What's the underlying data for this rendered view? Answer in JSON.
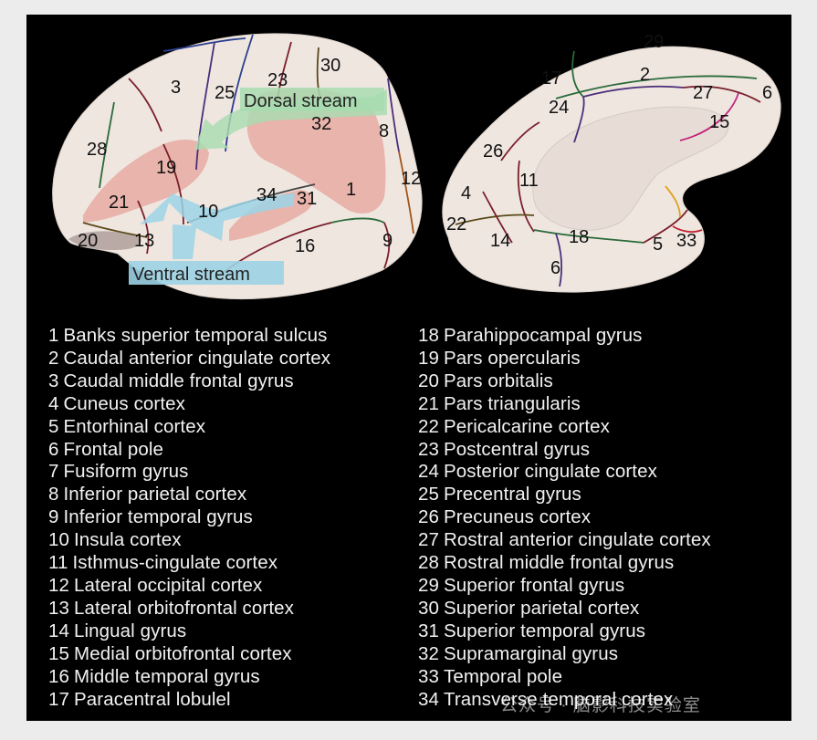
{
  "colors": {
    "panel_bg": "#000000",
    "page_bg": "#ececec",
    "cortex": "#efe6e0",
    "region_highlight": "#e8b4ab",
    "dorsal_arrow": "#a8dcb0",
    "ventral_arrow": "#9cd3e6",
    "legend_text": "#f2f2f2"
  },
  "figure": {
    "dorsal_stream_label": "Dorsal stream",
    "ventral_stream_label": "Ventral stream",
    "lateral_view_numbers": [
      "3",
      "25",
      "23",
      "30",
      "32",
      "8",
      "28",
      "19",
      "12",
      "21",
      "34",
      "31",
      "1",
      "10",
      "20",
      "13",
      "16",
      "9"
    ],
    "medial_view_numbers": [
      "29",
      "17",
      "2",
      "27",
      "6",
      "24",
      "15",
      "26",
      "11",
      "4",
      "22",
      "14",
      "18",
      "5",
      "33",
      "6"
    ]
  },
  "legend_left": [
    {
      "num": "1",
      "name": "Banks superior temporal sulcus"
    },
    {
      "num": "2",
      "name": "Caudal anterior cingulate cortex"
    },
    {
      "num": "3",
      "name": "Caudal middle frontal gyrus"
    },
    {
      "num": "4",
      "name": "Cuneus cortex"
    },
    {
      "num": "5",
      "name": "Entorhinal cortex"
    },
    {
      "num": "6",
      "name": "Frontal pole"
    },
    {
      "num": "7",
      "name": "Fusiform gyrus"
    },
    {
      "num": "8",
      "name": "Inferior parietal cortex"
    },
    {
      "num": "9",
      "name": "Inferior temporal gyrus"
    },
    {
      "num": "10",
      "name": "Insula cortex"
    },
    {
      "num": "11",
      "name": "Isthmus-cingulate cortex"
    },
    {
      "num": "12",
      "name": "Lateral occipital cortex"
    },
    {
      "num": "13",
      "name": "Lateral orbitofrontal cortex"
    },
    {
      "num": "14",
      "name": "Lingual gyrus"
    },
    {
      "num": "15",
      "name": "Medial orbitofrontal cortex"
    },
    {
      "num": "16",
      "name": "Middle temporal gyrus"
    },
    {
      "num": "17",
      "name": "Paracentral lobulel"
    }
  ],
  "legend_right": [
    {
      "num": "18",
      "name": "Parahippocampal gyrus"
    },
    {
      "num": "19",
      "name": "Pars opercularis"
    },
    {
      "num": "20",
      "name": "Pars orbitalis"
    },
    {
      "num": "21",
      "name": "Pars triangularis"
    },
    {
      "num": "22",
      "name": "Pericalcarine cortex"
    },
    {
      "num": "23",
      "name": "Postcentral gyrus"
    },
    {
      "num": "24",
      "name": "Posterior cingulate cortex"
    },
    {
      "num": "25",
      "name": "Precentral gyrus"
    },
    {
      "num": "26",
      "name": "Precuneus cortex"
    },
    {
      "num": "27",
      "name": "Rostral anterior cingulate cortex"
    },
    {
      "num": "28",
      "name": "Rostral middle frontal gyrus"
    },
    {
      "num": "29",
      "name": "Superior frontal gyrus"
    },
    {
      "num": "30",
      "name": "Superior parietal cortex"
    },
    {
      "num": "31",
      "name": "Superior temporal gyrus"
    },
    {
      "num": "32",
      "name": "Supramarginal gyrus"
    },
    {
      "num": "33",
      "name": "Temporal pole"
    },
    {
      "num": "34",
      "name": "Transverse temporal cortex"
    }
  ],
  "watermark": "公众号 · 脑影科技实验室"
}
